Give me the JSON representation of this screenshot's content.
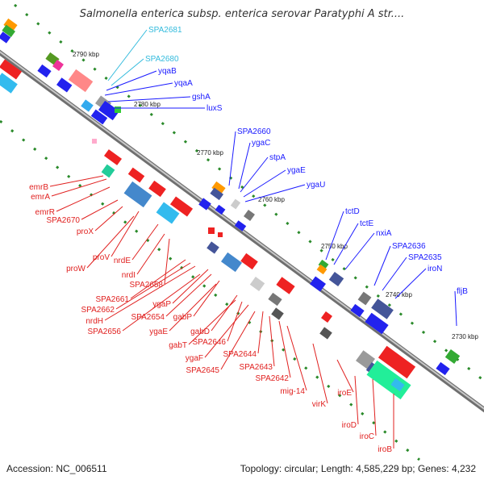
{
  "title": "Salmonella enterica subsp. enterica serovar Paratyphi A str....",
  "footer": {
    "accession": "Accession: NC_006511",
    "info": "Topology: circular; Length: 4,585,229 bp; Genes: 4,232"
  },
  "colors": {
    "forward_label": "#1a1aff",
    "forward_label_light": "#33bbdd",
    "reverse_label": "#e0201f",
    "backbone": "#9a9a9a",
    "tick": "#2a8a2a"
  },
  "ticks": [
    "2790 kbp",
    "2780 kbp",
    "2770 kbp",
    "2760 kbp",
    "2750 kbp",
    "2740 kbp",
    "2730 kbp"
  ],
  "labels_forward": [
    "SPA2681",
    "SPA2680",
    "yqaB",
    "yqaA",
    "gshA",
    "luxS",
    "SPA2660",
    "ygaC",
    "stpA",
    "ygaE",
    "ygaU",
    "tctD",
    "tctE",
    "nxiA",
    "SPA2636",
    "SPA2635",
    "iroN",
    "fljB"
  ],
  "labels_reverse": [
    "emrB",
    "emrA",
    "emrR",
    "SPA2670",
    "proX",
    "proV",
    "proW",
    "nrdE",
    "nrdI",
    "SPA2658",
    "SPA2661",
    "SPA2662",
    "nrdH",
    "ygaP",
    "SPA2654",
    "SPA2656",
    "gabP",
    "ygaE",
    "gabD",
    "gabT",
    "SPA2646",
    "ygaF",
    "SPA2645",
    "SPA2644",
    "SPA2643",
    "SPA2642",
    "mig-14",
    "virK",
    "iroE",
    "iroD",
    "iroC",
    "iroB"
  ]
}
